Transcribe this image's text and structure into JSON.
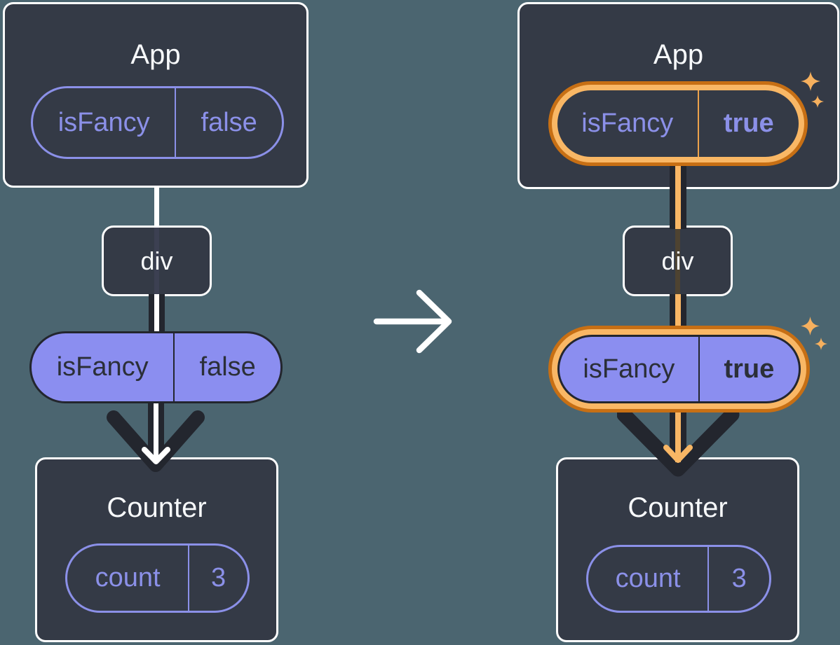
{
  "colors": {
    "background": "#4b6570",
    "node_fill": "#343a46",
    "node_border": "#ffffff",
    "purple_outline": "#8b90e8",
    "purple_fill": "#8b8ef0",
    "pill_dark_text": "#2b2f38",
    "arrow_dark": "#23262e",
    "highlight_orange_dark": "#c76f14",
    "highlight_orange_light": "#f9b765",
    "sparkle_orange": "#f6b05e",
    "white": "#ffffff"
  },
  "icons": {
    "transition": "arrow-right",
    "highlight": "sparkles"
  },
  "before": {
    "app": {
      "title": "App",
      "prop": {
        "name": "isFancy",
        "value": "false"
      }
    },
    "div_node": {
      "label": "div"
    },
    "passed_prop": {
      "name": "isFancy",
      "value": "false"
    },
    "counter": {
      "title": "Counter",
      "state": {
        "name": "count",
        "value": "3"
      }
    }
  },
  "after": {
    "app": {
      "title": "App",
      "prop": {
        "name": "isFancy",
        "value": "true"
      }
    },
    "div_node": {
      "label": "div"
    },
    "passed_prop": {
      "name": "isFancy",
      "value": "true"
    },
    "counter": {
      "title": "Counter",
      "state": {
        "name": "count",
        "value": "3"
      }
    }
  }
}
